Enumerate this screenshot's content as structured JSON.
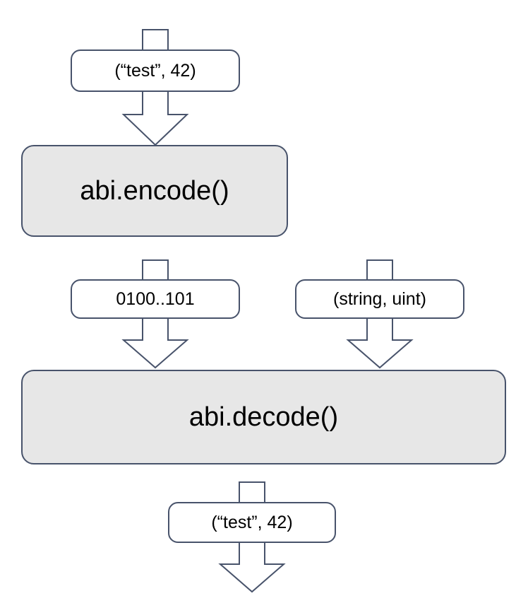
{
  "diagram": {
    "title": "abi.encode / abi.decode flow",
    "background_color": "#ffffff",
    "stroke_color": "#48536b",
    "process_fill_color": "#e7e7e7",
    "text_color": "#000000",
    "nodes": [
      {
        "id": "input-tuple",
        "label": "(“test”, 42)",
        "shape": "rounded-rectangle",
        "fill": "#ffffff"
      },
      {
        "id": "abi-encode",
        "label": "abi.encode()",
        "shape": "rounded-rectangle",
        "fill": "#e7e7e7"
      },
      {
        "id": "encoded-bytes",
        "label": "0100..101",
        "shape": "rounded-rectangle",
        "fill": "#ffffff"
      },
      {
        "id": "types-tuple",
        "label": "(string, uint)",
        "shape": "rounded-rectangle",
        "fill": "#ffffff"
      },
      {
        "id": "abi-decode",
        "label": "abi.decode()",
        "shape": "rounded-rectangle",
        "fill": "#e7e7e7"
      },
      {
        "id": "output-tuple",
        "label": "(“test”, 42)",
        "shape": "rounded-rectangle",
        "fill": "#ffffff"
      }
    ],
    "connectors": [
      {
        "id": "stub-into-input-tuple",
        "type": "stub",
        "direction": "down"
      },
      {
        "id": "arrow-input-to-encode",
        "type": "block-arrow",
        "direction": "down"
      },
      {
        "id": "stub-into-encoded-bytes",
        "type": "stub",
        "direction": "down"
      },
      {
        "id": "arrow-encoded-to-decode",
        "type": "block-arrow",
        "direction": "down"
      },
      {
        "id": "stub-into-types-tuple",
        "type": "stub",
        "direction": "down"
      },
      {
        "id": "arrow-types-to-decode",
        "type": "block-arrow",
        "direction": "down"
      },
      {
        "id": "stub-into-output-tuple",
        "type": "stub",
        "direction": "down"
      },
      {
        "id": "arrow-out-of-output-tuple",
        "type": "block-arrow",
        "direction": "down"
      }
    ]
  }
}
